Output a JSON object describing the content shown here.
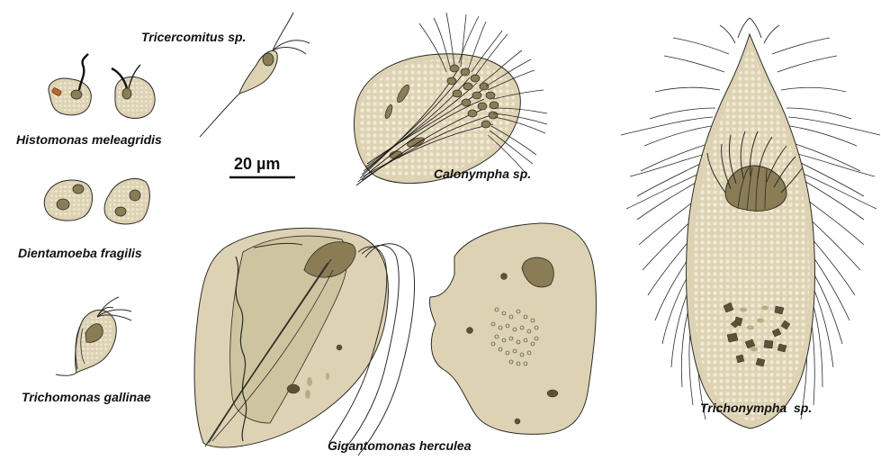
{
  "colors": {
    "body_fill": "#ddd3b4",
    "body_stroke": "#2b2a26",
    "nucleus_fill": "#8a7d55",
    "granule_fill": "#f1ead6",
    "dark_granule": "#5c5236",
    "accent_orange": "#c8602a"
  },
  "labels": {
    "histomonas": "Histomonas meleagridis",
    "tricercomitus": "Tricercomitus sp.",
    "dientamoeba": "Dientamoeba fragilis",
    "trichomonas": "Trichomonas gallinae",
    "calonympha": "Calonympha sp.",
    "gigantomonas": "Gigantomonas herculea",
    "trichonympha": "Trichonympha  sp."
  },
  "scale_bar": {
    "label": "20 µm"
  }
}
